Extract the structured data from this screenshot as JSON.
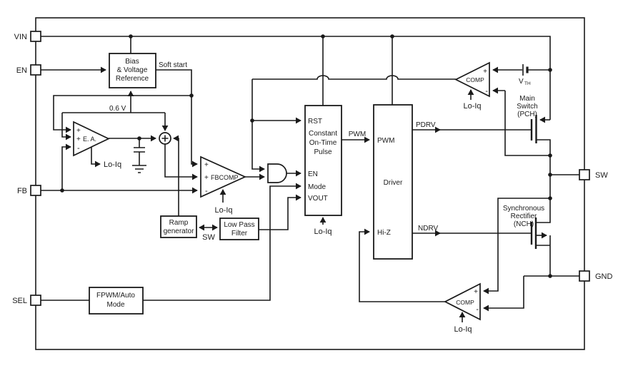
{
  "pins": {
    "vin": "VIN",
    "en": "EN",
    "fb": "FB",
    "sel": "SEL",
    "sw": "SW",
    "gnd": "GND"
  },
  "blocks": {
    "bias": {
      "lines": [
        "Bias",
        "& Voltage",
        "Reference"
      ]
    },
    "cot": {
      "title": [
        "Constant",
        "On-Time",
        "Pulse"
      ],
      "pin_rst": "RST",
      "pin_en": "EN",
      "pin_mode": "Mode",
      "pin_vout": "VOUT"
    },
    "driver": {
      "title": "Driver",
      "pin_pwm": "PWM",
      "pin_hiz": "Hi-Z"
    },
    "fpwm": {
      "lines": [
        "FPWM/Auto",
        "Mode"
      ]
    },
    "ramp": {
      "lines": [
        "Ramp",
        "generator"
      ]
    },
    "lpf": {
      "lines": [
        "Low Pass",
        "Filter"
      ]
    }
  },
  "amps": {
    "ea": {
      "label": "E. A."
    },
    "fbcomp": {
      "label": "FBCOMP"
    },
    "comp_top": {
      "label": "COMP"
    },
    "comp_bottom": {
      "label": "COMP"
    }
  },
  "labels": {
    "soft_start": "Soft start",
    "vref": "0.6 V",
    "lo_iq": "Lo-Iq",
    "pwm_wire": "PWM",
    "pdrv": "PDRV",
    "ndrv": "NDRV",
    "sw_wire": "SW",
    "vth_v": "V",
    "vth_sub": "TH",
    "main_switch": [
      "Main",
      "Switch",
      "(PCH)"
    ],
    "sync_rect": [
      "Synchronous",
      "Rectifier",
      "(NCH)"
    ]
  },
  "signs": {
    "plus": "+",
    "minus": "-"
  },
  "colors": {
    "line": "#1a1a1a",
    "background": "#ffffff"
  }
}
